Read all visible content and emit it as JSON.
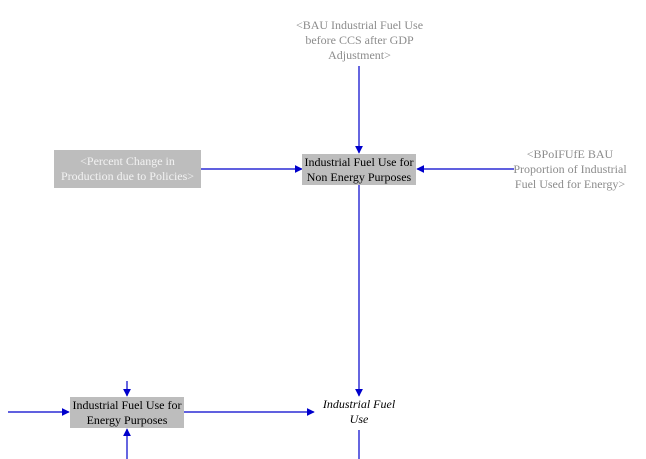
{
  "nodes": {
    "bau_input": "<BAU Industrial Fuel Use\nbefore CCS after GDP\nAdjustment>",
    "percent_change": "<Percent Change in\nProduction due to Policies>",
    "nonenergy": "Industrial Fuel Use for\nNon Energy Purposes",
    "bpoifufe": "<BPoIFUfE BAU\nProportion of Industrial\nFuel Used for Energy>",
    "energy": "Industrial Fuel Use for\nEnergy Purposes",
    "total": "Industrial Fuel\nUse"
  },
  "colors": {
    "arrow": "#0000cc",
    "box_fill": "#bdbdbd",
    "shadow_text": "#8c8c8c"
  }
}
